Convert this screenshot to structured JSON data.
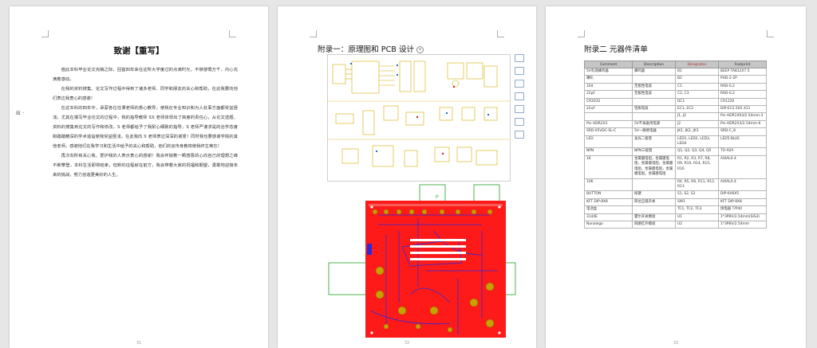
{
  "page1": {
    "title": "致谢【重写】",
    "paragraphs": [
      "值此本科毕业论文完稿之际，回首四年来在这所大学度过的点滴时光，不禁感慨万千，内心充满着感动。",
      "在我的资料搜集、论文写作过程中得到了诸多老师、同学和朋友的关心和帮助，在此我要向他们表达我衷心的感谢！",
      "在这本科的四年中，承蒙各位任课老师的悉心教导，使我在专业知识和为人处事方面都受益匪浅，尤其在撰写毕业论文的过程中，我的指导教师 XX 老师体现出了高度的责任心，从论文选题、资料的搜集到论文的写作和修改，X 老师都给予了我耐心细致的指导，X 老师严谨求是的治学态度和踏踏精深的学术造诣使我受益匪浅，在此我向 X 老师表达深深的谢意！同时我也要感谢学院的其他老师，感谢他们在我学习和生活中给予的关心和帮助，他们的言传身教将使我终生难忘！",
      "再次向所有关心我、爱护我的人表示衷心的感谢！我会怀揣着一颗感恩的心向自己的理想之峰不断攀登，本科生活即将结束，但新的征程就在前方，我会带着大家的祝福和期望，勇敢地迎接未来的挑战，努力创造更美好的人生。"
    ],
    "page_number": "31"
  },
  "page2": {
    "title": "附录一：原理图和 PCB 设计",
    "page_number": "32",
    "pcb_label": "J0"
  },
  "page3": {
    "title": "附录二  元器件清单",
    "page_number": "33",
    "table": {
      "headers": [
        "Comment",
        "Description",
        "Designator",
        "Footprint"
      ],
      "rows": [
        [
          "5V有源蜂鸣器",
          "蜂鸣器",
          "B1",
          "BEEP TAB12X7.5"
        ],
        [
          "喇叭",
          "",
          "B2",
          "PHD-2-2P"
        ],
        [
          "10d",
          "无极性电容",
          "C1",
          "RAD-0.2"
        ],
        [
          "22pF",
          "无极性电容",
          "C2, C3",
          "RAD-0.2"
        ],
        [
          "CR2032",
          "",
          "DC1",
          "CR1220"
        ],
        [
          "22uF",
          "钽质电容",
          "EC1, EC2",
          "DIP-EC2.5X5 X11"
        ],
        [
          "",
          "",
          "J1, J2",
          "Pin HDR1X03/2.54mm-3"
        ],
        [
          "Pin HDR2X3",
          "5V不再备用电源",
          "J2",
          "Pin HDR2X3/2.54mm-6"
        ],
        [
          "SRD-05VDC-SL-C",
          "5V一路继电器",
          "JK1, JK2, JK3",
          "SRD-C_8"
        ],
        [
          "LED",
          "发光二极管",
          "LED1, LED2, LED3, LED4",
          "LED5-BLUE"
        ],
        [
          "NPN",
          "NPN三极管",
          "Q1, Q2, Q3, Q4, Q5",
          "TO-92A"
        ],
        [
          "1K",
          "金属膜电阻，金属膜电阻，金属膜电阻，金属膜电阻，金属膜电阻，金属膜电阻，金属膜电阻",
          "R1, R2, R3, R7, R8, R9, R10, R14, R15, R16",
          "AXIAL0.4"
        ],
        [
          "10K",
          "",
          "R4, R5, R6, R11, R12, R13",
          "AXIAL0.4"
        ],
        [
          "BUTTON",
          "按键",
          "S1, S2, S3",
          "DIP-6X6X5"
        ],
        [
          "KFT DIP-8X8",
          "四位自锁开关",
          "SW1",
          "KFT DIP-8X8"
        ],
        [
          "电池盒",
          "",
          "TC1, TC2, TC3",
          "接电器 T/P40"
        ],
        [
          "3144E",
          "霍尔开关模组",
          "U1",
          "1*3P8V/2.54mm(SIS3)"
        ],
        [
          "Nanologo",
          "四路红外模组",
          "U2",
          "1*3P8V/2.54mm"
        ]
      ]
    }
  },
  "colors": {
    "background": "#e6e6e6",
    "pcb": "#ff1a1a",
    "schematic_ink": "#d9b400",
    "accent": "#5c88c4"
  }
}
